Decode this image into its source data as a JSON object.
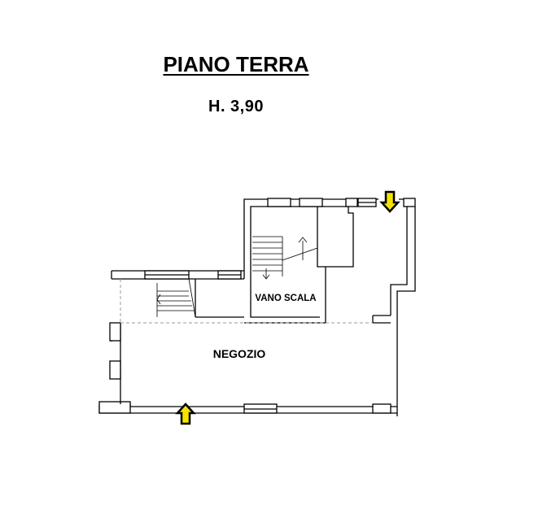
{
  "header": {
    "title": "PIANO TERRA",
    "height": "H.  3,90"
  },
  "rooms": {
    "stair": "VANO SCALA",
    "shop": "NEGOZIO"
  },
  "colors": {
    "arrow_fill": "#f5e400",
    "wall": "#000000",
    "dashed": "#999999"
  },
  "icons": {
    "entrance_bottom": "arrow-up-icon",
    "entrance_top": "arrow-down-icon"
  }
}
